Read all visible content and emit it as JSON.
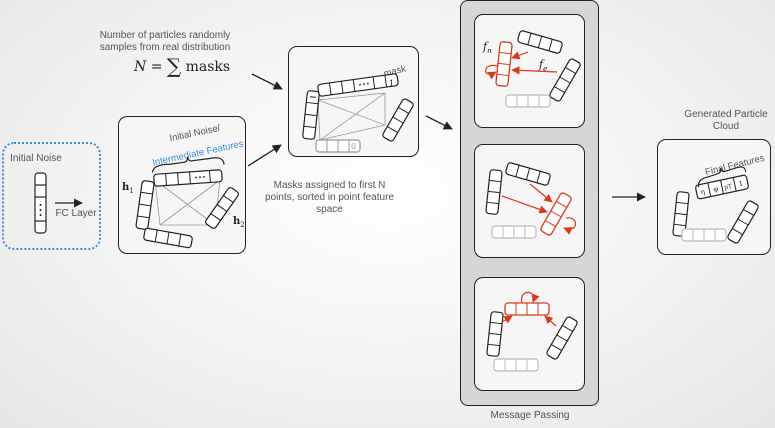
{
  "colors": {
    "accent": "#3b8fe0",
    "highlight": "#d9391f",
    "stroke": "#222222",
    "text": "#555555"
  },
  "texts": {
    "num_particles": "Number of particles randomly samples from real distribution",
    "equation_lhs": "N =",
    "equation_sum": "∑",
    "equation_rhs": "masks",
    "initial_noise": "Initial Noise",
    "fc_layer": "FC Layer",
    "init_noise_title": "Initial Noise/",
    "intermediate_features": "Intermediate Features",
    "h1": "h",
    "h1_sub": "1",
    "h2": "h",
    "h2_sub": "2",
    "masks_assigned": "Masks assigned to first N points, sorted in point feature space",
    "mask_label": "mask",
    "mask_bit_1": "1",
    "mask_bit_0": "0",
    "fn_label": "f",
    "fn_sub": "n",
    "fe_label": "f",
    "fe_sub": "e",
    "message_passing": "Message Passing",
    "generated": "Generated Particle Cloud",
    "final_features": "Final Features",
    "ff_eta": "η",
    "ff_phi": "φ",
    "ff_pt": "pT",
    "ff_one": "1"
  }
}
